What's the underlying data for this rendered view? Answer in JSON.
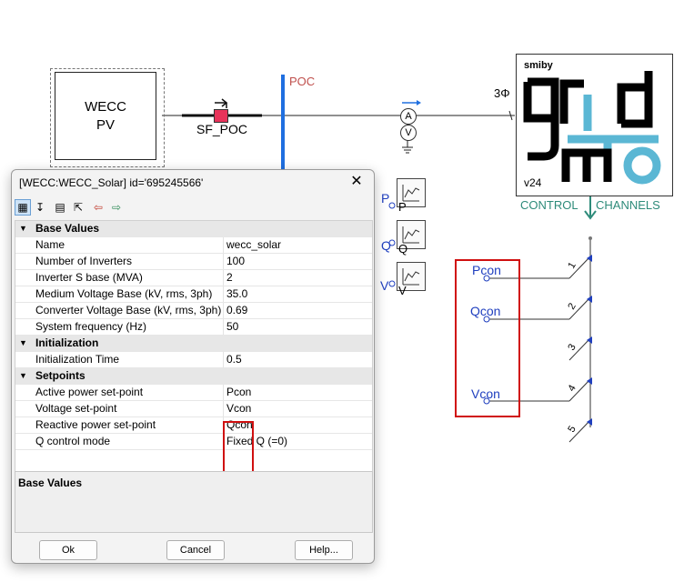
{
  "canvas": {
    "wecc_block": {
      "line1": "WECC",
      "line2": "PV"
    },
    "breaker_label": "SF_POC",
    "poc_label": "POC",
    "phase_label": "3Φ",
    "meter_A": "A",
    "meter_V": "V",
    "gridmo": {
      "brand": "smiby",
      "version": "v24"
    },
    "control_label": "CONTROL",
    "channels_label": "CHANNELS",
    "meters": [
      {
        "signal": "P",
        "label": "P"
      },
      {
        "signal": "Q",
        "label": "Q"
      },
      {
        "signal": "V",
        "label": "V"
      }
    ],
    "control_signals": {
      "pcon": "Pcon",
      "qcon": "Qcon",
      "vcon": "Vcon"
    },
    "channel_numbers": [
      "1",
      "2",
      "3",
      "4",
      "5"
    ]
  },
  "dialog": {
    "title": "[WECC:WECC_Solar] id='695245566'",
    "close_glyph": "✕",
    "categories": [
      {
        "name": "Base Values",
        "rows": [
          {
            "name": "Name",
            "value": "wecc_solar"
          },
          {
            "name": "Number of Inverters",
            "value": "100"
          },
          {
            "name": "Inverter S base (MVA)",
            "value": "2"
          },
          {
            "name": "Medium Voltage Base (kV, rms, 3ph)",
            "value": "35.0"
          },
          {
            "name": "Converter Voltage Base (kV, rms, 3ph)",
            "value": "0.69"
          },
          {
            "name": "System frequency (Hz)",
            "value": "50"
          }
        ]
      },
      {
        "name": "Initialization",
        "rows": [
          {
            "name": "Initialization Time",
            "value": "0.5"
          }
        ]
      },
      {
        "name": "Setpoints",
        "rows": [
          {
            "name": "Active power set-point",
            "value": "Pcon"
          },
          {
            "name": "Voltage set-point",
            "value": "Vcon"
          },
          {
            "name": "Reactive power set-point",
            "value": "Qcon"
          },
          {
            "name": "Q control mode",
            "value": "Fixed Q (=0)"
          }
        ]
      }
    ],
    "description_title": "Base Values",
    "buttons": {
      "ok": "Ok",
      "cancel": "Cancel",
      "help": "Help..."
    }
  },
  "colors": {
    "accent_blue": "#1f6fe0",
    "highlight_red": "#d01010",
    "channel_teal": "#2e8b7a",
    "poc_red": "#c0504d",
    "breaker_pink": "#e8335a"
  }
}
